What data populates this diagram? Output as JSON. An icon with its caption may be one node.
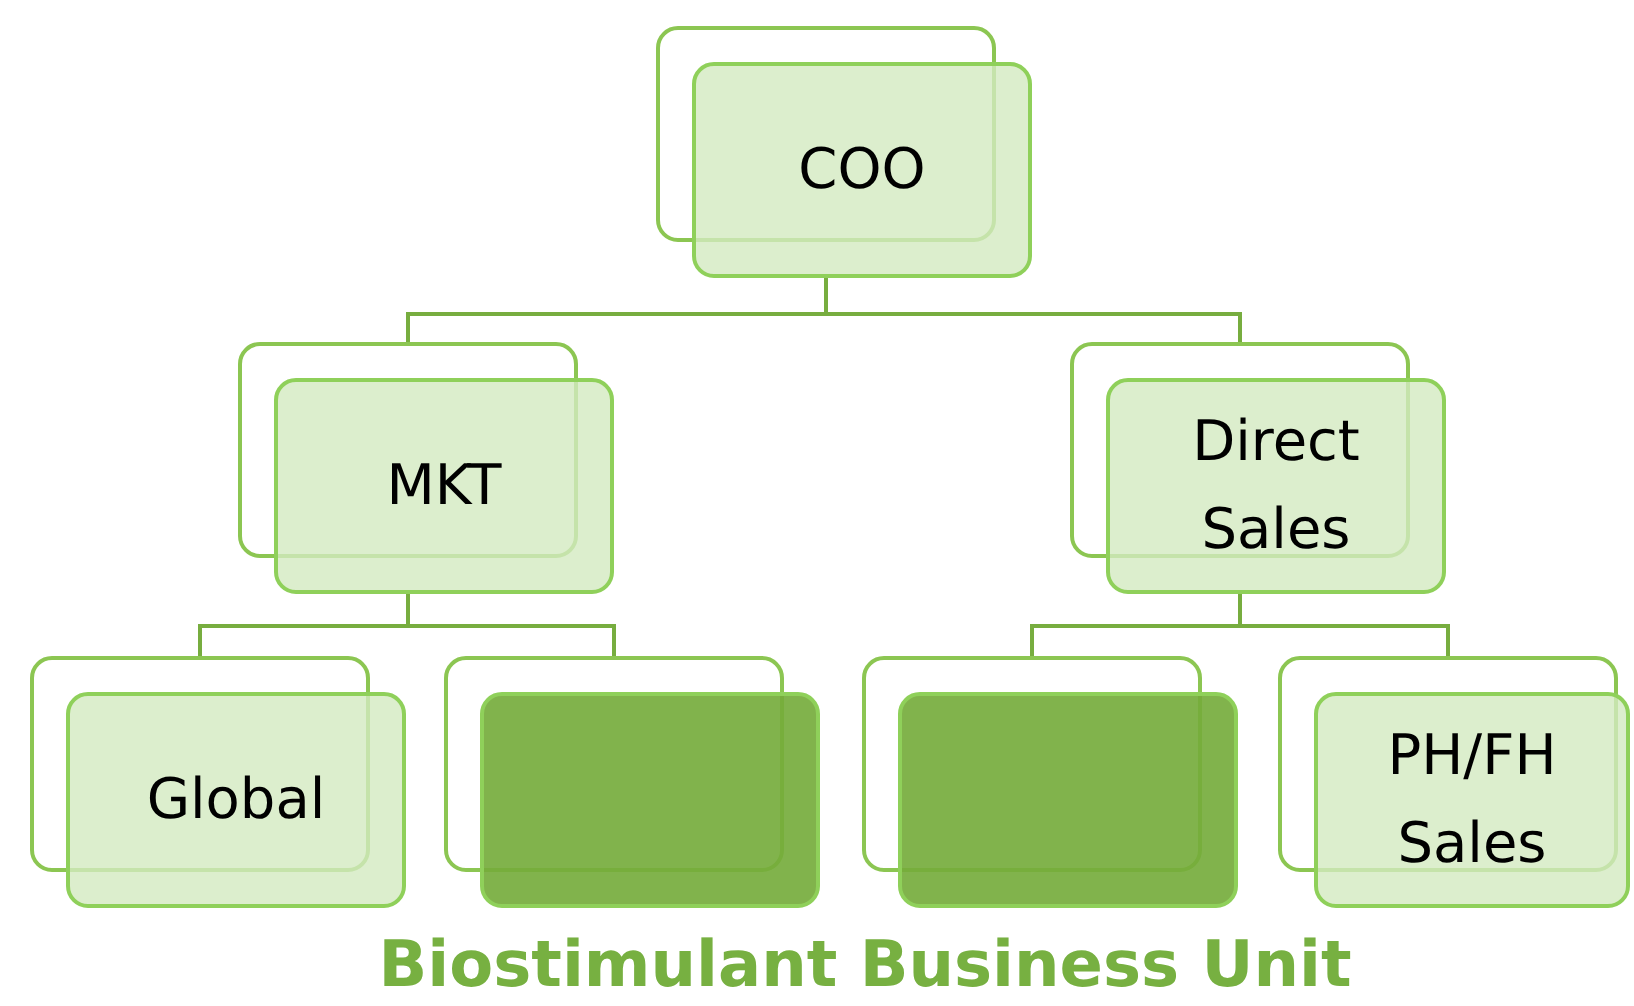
{
  "diagram": {
    "caption": "Biostimulant Business Unit",
    "nodes": [
      {
        "text": [
          "COO"
        ]
      },
      {
        "text": [
          "MKT"
        ]
      },
      {
        "text": [
          "Direct Sales"
        ]
      },
      {
        "text": [
          "Global"
        ]
      },
      {
        "text": [],
        "shape": "box"
      },
      {
        "text": [],
        "shape": "box"
      },
      {
        "text": [
          "PH/FH Sales"
        ]
      }
    ],
    "edges": [
      {
        "from": 0,
        "to": 1,
        "arrow": "none"
      },
      {
        "from": 0,
        "to": 2,
        "arrow": "none"
      },
      {
        "from": 1,
        "to": 3,
        "arrow": "none"
      },
      {
        "from": 1,
        "to": 4,
        "arrow": "none"
      },
      {
        "from": 2,
        "to": 5,
        "arrow": "none"
      },
      {
        "from": 2,
        "to": 6,
        "arrow": "none"
      }
    ]
  }
}
